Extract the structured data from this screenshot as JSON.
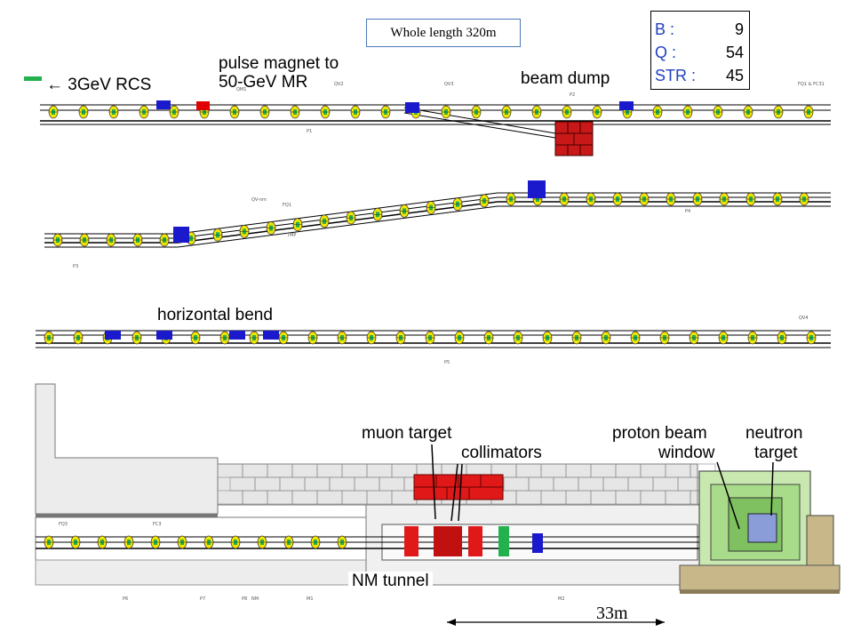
{
  "header": {
    "whole_length": "Whole length 320m",
    "counts": [
      {
        "key": "B :",
        "value": "9"
      },
      {
        "key": "Q :",
        "value": "54"
      },
      {
        "key": "STR :",
        "value": "45"
      }
    ]
  },
  "labels": {
    "rcs": "← 3GeV RCS",
    "pulse_magnet_1": "pulse magnet to",
    "pulse_magnet_2": "50-GeV MR",
    "beam_dump": "beam dump",
    "horizontal_bend": "horizontal bend",
    "muon_target": "muon target",
    "collimators": "collimators",
    "proton_window_1": "proton beam",
    "proton_window_2": "window",
    "neutron_target_1": "neutron",
    "neutron_target_2": "target",
    "nm_tunnel": "NM tunnel",
    "distance": "33m"
  },
  "small_labels": {
    "row1": [
      "QM1",
      "QV2",
      "QV3",
      "FQ1 & FC31",
      "P1",
      "P2"
    ],
    "row2": [
      "FQ1",
      "QV-nm",
      "TMP",
      "P3",
      "P4"
    ],
    "row3": [
      "QV4",
      "P5"
    ],
    "row4": [
      "FQ3",
      "FC3",
      "P6",
      "P7",
      "P8",
      "NM",
      "M1",
      "M2"
    ]
  },
  "colors": {
    "magnet_body": "#f5e400",
    "quad_green": "#22b14c",
    "bend_blue": "#1a1acc",
    "pulse_red": "#e00000",
    "dump_red": "#c81818",
    "shield_gray": "#e6e6e6",
    "title_blue": "#2040c0"
  }
}
